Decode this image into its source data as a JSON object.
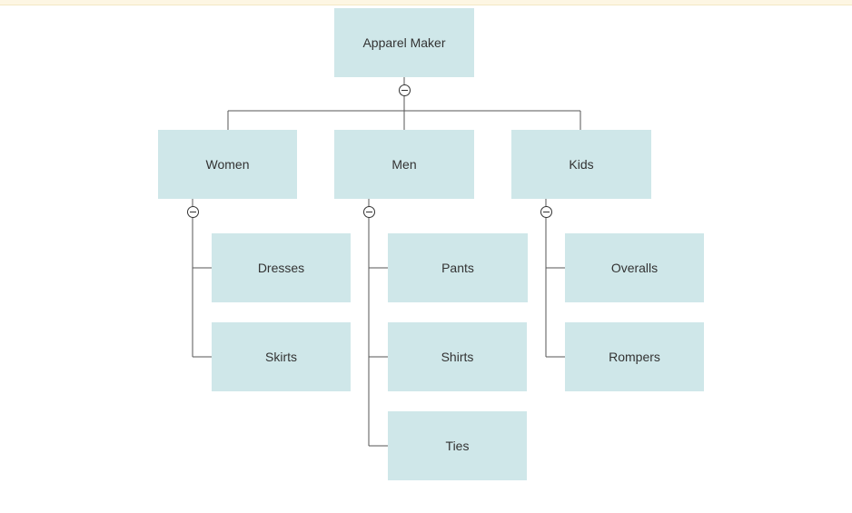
{
  "diagram": {
    "root": {
      "label": "Apparel Maker"
    },
    "categories": [
      {
        "label": "Women",
        "children": [
          "Dresses",
          "Skirts"
        ]
      },
      {
        "label": "Men",
        "children": [
          "Pants",
          "Shirts",
          "Ties"
        ]
      },
      {
        "label": "Kids",
        "children": [
          "Overalls",
          "Rompers"
        ]
      }
    ]
  },
  "colors": {
    "node_fill": "#cfe7e9",
    "connector": "#555555",
    "text": "#333333"
  },
  "icons": {
    "toggle": "collapse-minus-icon"
  }
}
